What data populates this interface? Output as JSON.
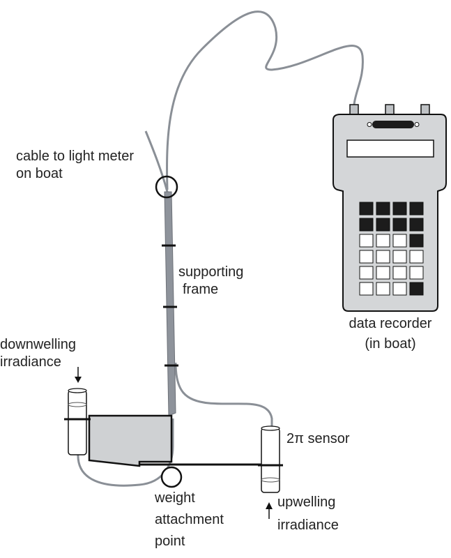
{
  "labels": {
    "cable_line1": "cable to light meter",
    "cable_line2": "on boat",
    "frame_line1": "supporting",
    "frame_line2": "frame",
    "recorder_line1": "data recorder",
    "recorder_line2": "(in boat)",
    "down_line1": "downwelling",
    "down_line2": "irradiance",
    "sensor": "2π sensor",
    "weight_line1": "weight",
    "weight_line2": "attachment",
    "weight_line3": "point",
    "up_line1": "upwelling",
    "up_line2": "irradiance"
  },
  "keypad": {
    "rows": 6,
    "cols": 4,
    "filled": [
      [
        1,
        1,
        1,
        1
      ],
      [
        1,
        1,
        1,
        1
      ],
      [
        0,
        0,
        0,
        1
      ],
      [
        0,
        0,
        0,
        0
      ],
      [
        0,
        0,
        0,
        0
      ],
      [
        0,
        0,
        0,
        1
      ]
    ]
  },
  "colors": {
    "cable": "#8a8f96",
    "frame": "#8e939b",
    "device_body": "#d4d6d8",
    "key_filled": "#1c1c1c",
    "key_empty": "#ffffff",
    "outline": "#1a1a1a",
    "weight_box": "#cfd1d3"
  }
}
